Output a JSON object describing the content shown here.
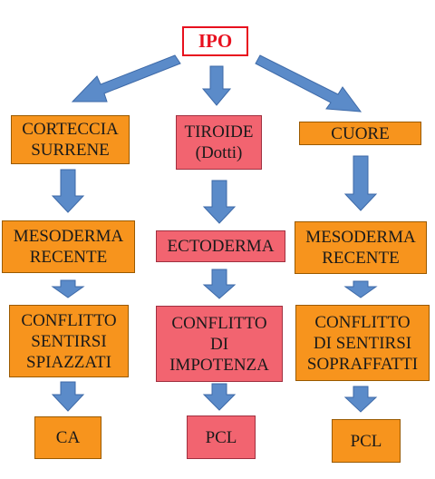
{
  "root": {
    "label": "IPO"
  },
  "columns": [
    {
      "nodes": [
        "CORTECCIA\nSURRENE",
        "MESODERMA\nRECENTE",
        "CONFLITTO\nSENTIRSI\nSPIAZZATI",
        "CA"
      ],
      "colors": [
        "#f7941d",
        "#f7941d",
        "#f7941d",
        "#f7941d"
      ]
    },
    {
      "nodes": [
        "TIROIDE\n(Dotti)",
        "ECTODERMA",
        "CONFLITTO\nDI\nIMPOTENZA",
        "PCL"
      ],
      "colors": [
        "#f26470",
        "#f26470",
        "#f26470",
        "#f26470"
      ]
    },
    {
      "nodes": [
        "CUORE",
        "MESODERMA\nRECENTE",
        "CONFLITTO\nDI SENTIRSI\nSOPRAFFATTI",
        "PCL"
      ],
      "colors": [
        "#f7941d",
        "#f7941d",
        "#f7941d",
        "#f7941d"
      ]
    }
  ],
  "arrow_color": "#5b8bc9"
}
